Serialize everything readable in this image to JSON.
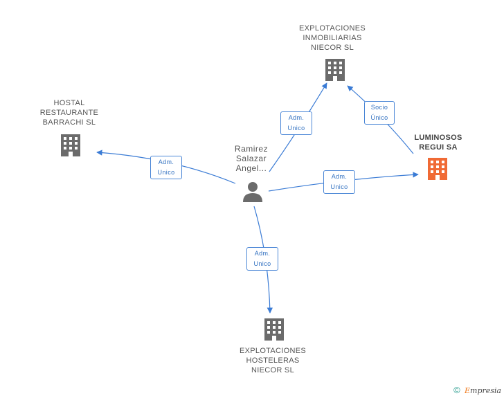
{
  "nodes": {
    "explotaciones_inmobiliarias": {
      "lines": [
        "EXPLOTACIONES",
        "INMOBILIARIAS",
        "NIECOR SL"
      ],
      "icon": "building-icon",
      "color": "#6b6b6b"
    },
    "hostal_restaurante": {
      "lines": [
        "HOSTAL",
        "RESTAURANTE",
        "BARRACHI SL"
      ],
      "icon": "building-icon",
      "color": "#6b6b6b"
    },
    "luminosos_regui": {
      "lines": [
        "LUMINOSOS",
        "REGUI SA"
      ],
      "icon": "building-icon",
      "color": "#f06a35"
    },
    "person": {
      "lines": [
        "Ramirez",
        "Salazar",
        "Angel..."
      ],
      "icon": "person-icon",
      "color": "#6b6b6b"
    },
    "explotaciones_hosteleras": {
      "lines": [
        "EXPLOTACIONES",
        "HOSTELERAS",
        "NIECOR SL"
      ],
      "icon": "building-icon",
      "color": "#6b6b6b"
    }
  },
  "edges": [
    {
      "lines": [
        "Adm.",
        "Unico"
      ]
    },
    {
      "lines": [
        "Socio",
        "Único"
      ]
    },
    {
      "lines": [
        "Adm.",
        "Unico"
      ]
    },
    {
      "lines": [
        "Adm.",
        "Unico"
      ]
    },
    {
      "lines": [
        "Adm.",
        "Unico"
      ]
    }
  ],
  "edge_color": "#3a7bd5",
  "footer": {
    "copyright": "©",
    "brand_initial": "E",
    "brand_rest": "mpresia"
  }
}
